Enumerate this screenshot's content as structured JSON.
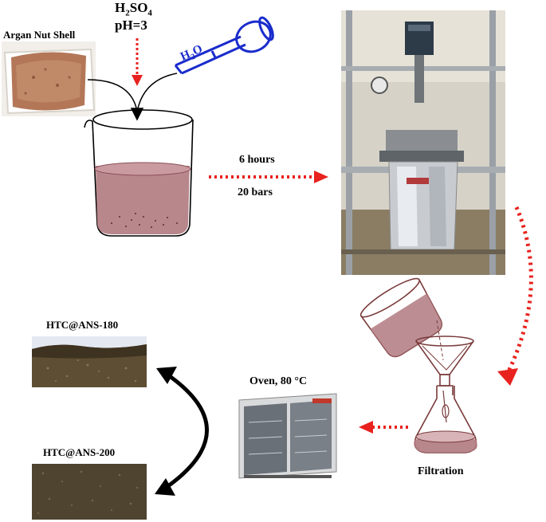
{
  "labels": {
    "argan": "Argan Nut Shell",
    "acid_h2": "H",
    "acid_2": "2",
    "acid_so": "SO",
    "acid_4": "4",
    "ph": "pH=3",
    "water_h": "H",
    "water_2": "2",
    "water_o": "O",
    "time": "6 hours",
    "pressure": "20 bars",
    "filtration": "Filtration",
    "oven": "Oven, 80 °C",
    "htc180": "HTC@ANS-180",
    "htc200": "HTC@ANS-200"
  },
  "colors": {
    "arrow_red": "#e8221e",
    "liquid": "#b07a80",
    "glass_outline": "#7a3b3b",
    "flask_blue": "#1a2ccc",
    "biomass": "#b37758",
    "char": "#5e4e34"
  },
  "icons": {
    "beaker": "beaker-icon",
    "flask": "volumetric-flask-icon",
    "reactor": "autoclave-reactor-photo",
    "funnel": "filtration-setup-icon",
    "oven": "oven-photo",
    "curved_arrow": "double-headed-curved-arrow"
  }
}
